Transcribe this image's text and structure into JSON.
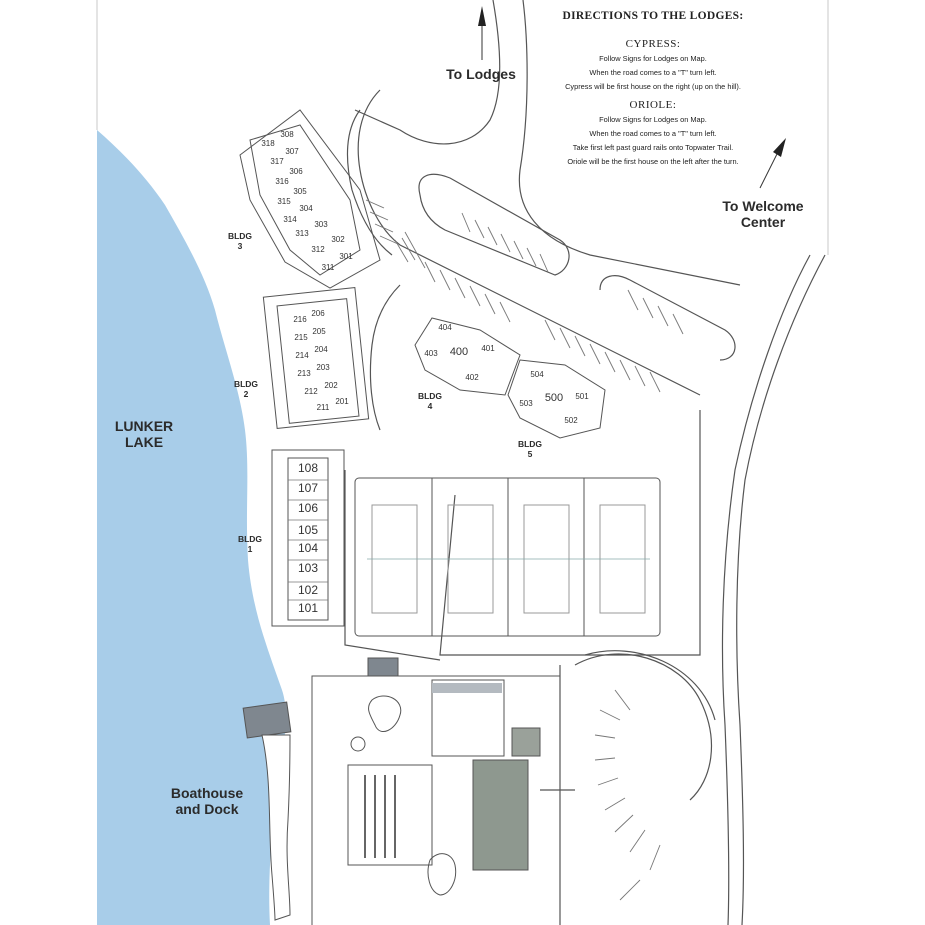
{
  "directions": {
    "title": "DIRECTIONS TO THE LODGES:",
    "cypress": {
      "name": "CYPRESS:",
      "lines": [
        "Follow Signs for Lodges on Map.",
        "When the road comes to a \"T\" turn left.",
        "Cypress will be first house on the right (up on the hill)."
      ]
    },
    "oriole": {
      "name": "ORIOLE:",
      "lines": [
        "Follow Signs for Lodges on Map.",
        "When the road comes to a \"T\" turn left.",
        "Take first left past guard rails onto Topwater Trail.",
        "Oriole will be the first house on the left after the turn."
      ]
    }
  },
  "labels": {
    "to_lodges": "To Lodges",
    "to_welcome_center": "To Welcome Center",
    "lake": "LUNKER LAKE",
    "boathouse": "Boathouse and Dock",
    "bldg1": "BLDG 1",
    "bldg2": "BLDG 2",
    "bldg3": "BLDG 3",
    "bldg4": "BLDG 4",
    "bldg5": "BLDG 5"
  },
  "units": {
    "bldg1": [
      "108",
      "107",
      "106",
      "105",
      "104",
      "103",
      "102",
      "101"
    ],
    "bldg2_left": [
      "216",
      "215",
      "214",
      "213",
      "212",
      "211"
    ],
    "bldg2_right": [
      "206",
      "205",
      "204",
      "203",
      "202",
      "201"
    ],
    "bldg3_left": [
      "318",
      "317",
      "316",
      "315",
      "314",
      "313",
      "312",
      "311"
    ],
    "bldg3_right": [
      "308",
      "307",
      "306",
      "305",
      "304",
      "303",
      "302",
      "301"
    ],
    "bldg4": [
      "404",
      "403",
      "400",
      "401",
      "402"
    ],
    "bldg5": [
      "504",
      "503",
      "500",
      "501",
      "502"
    ]
  },
  "colors": {
    "lake": "#a8cde9",
    "line": "#555555",
    "building_fill": "#9aa19a",
    "pool_fill": "#8e988f",
    "dock_fill": "#ffffff"
  }
}
